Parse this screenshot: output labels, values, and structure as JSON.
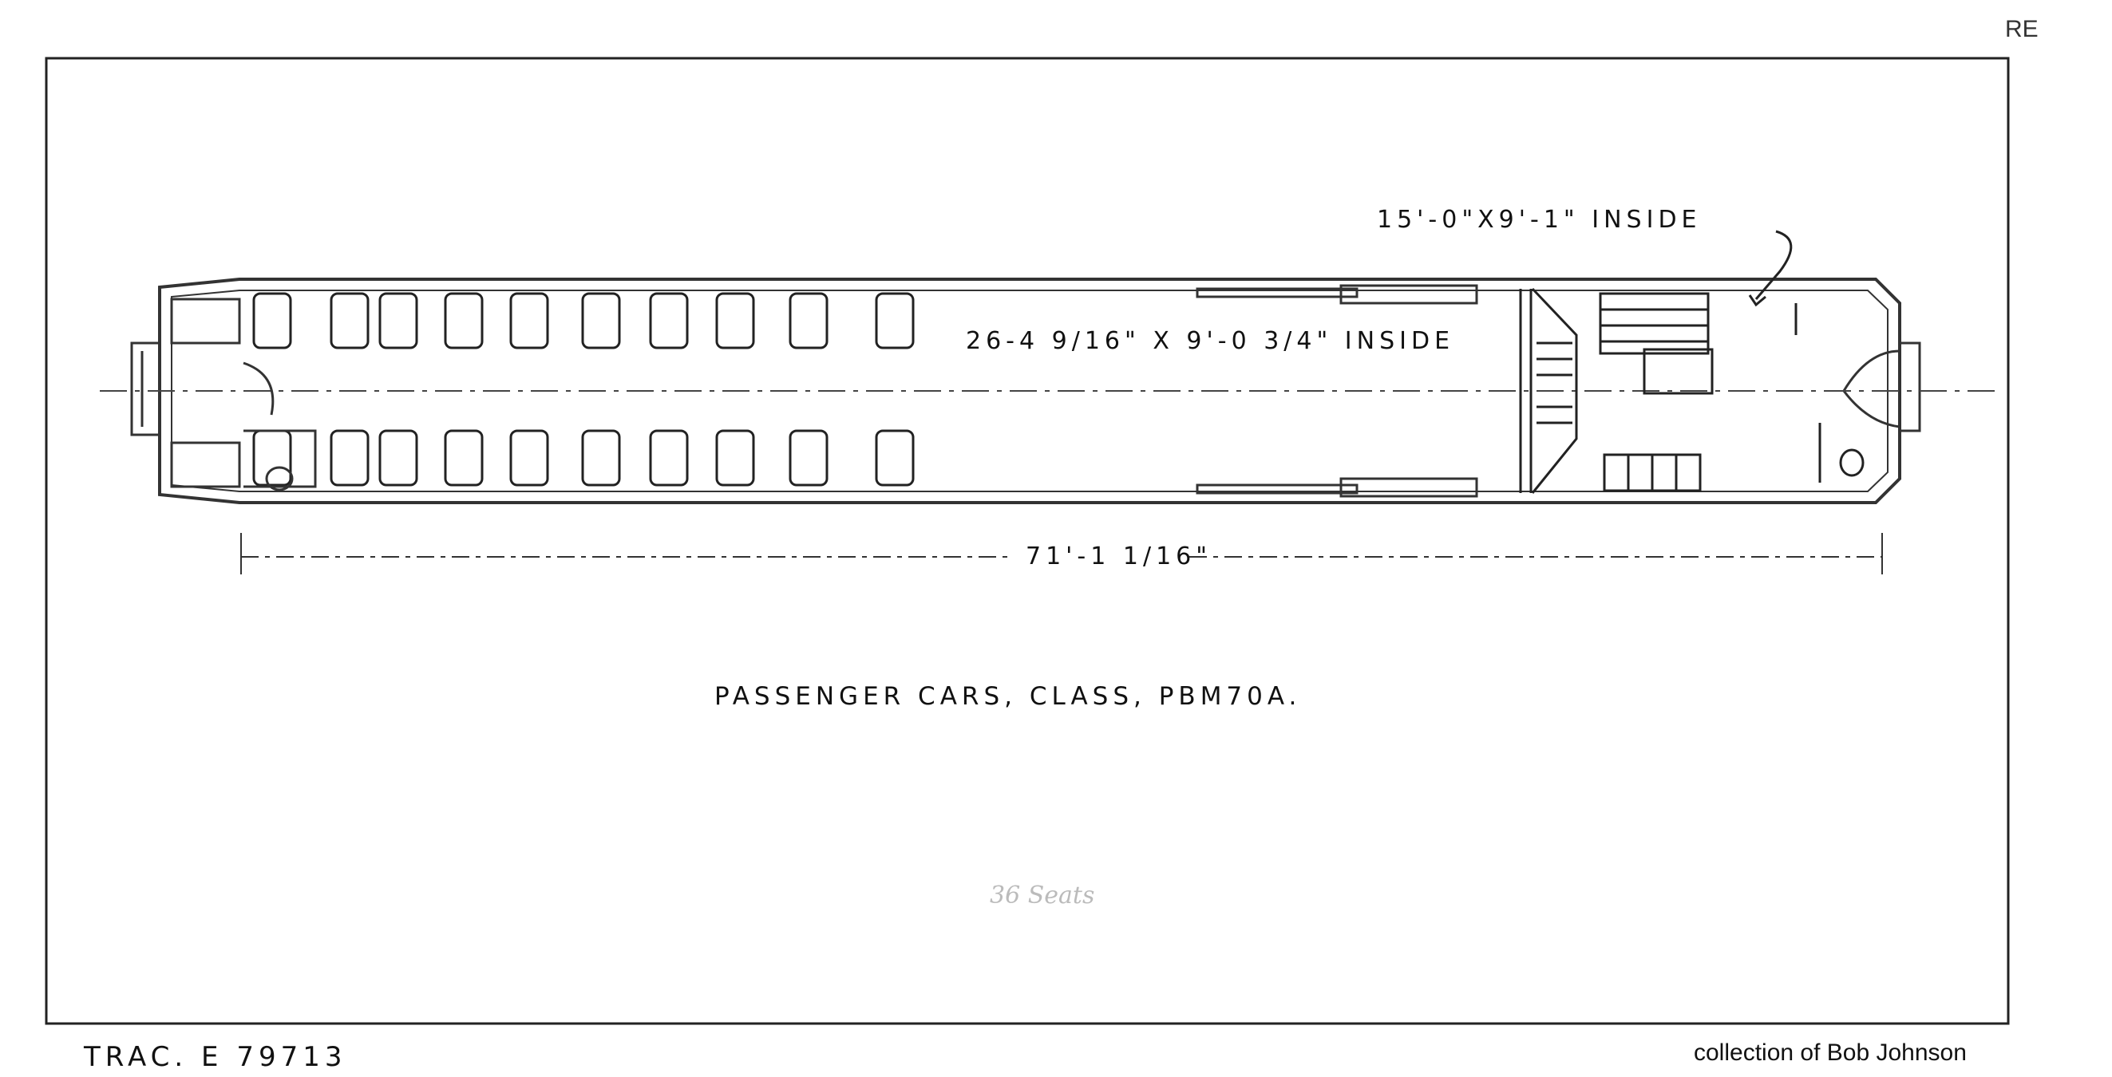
{
  "corner_mark": "RE",
  "drawing": {
    "dim_room_large": "15'-0\"X9'-1\" INSIDE",
    "dim_passenger_area": "26-4 9/16\" X 9'-0 3/4\" INSIDE",
    "dim_overall_length": "71'-1 1/16\"",
    "title": "PASSENGER CARS, CLASS, PBM70A.",
    "seats_note": "36 Seats"
  },
  "tracing_number": "TRAC. E 79713",
  "credit": "collection of Bob Johnson"
}
